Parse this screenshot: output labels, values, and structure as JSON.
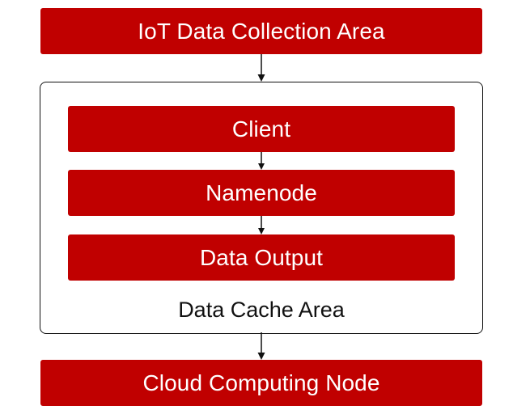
{
  "diagram": {
    "top_box": "IoT Data Collection Area",
    "container_label": "Data Cache Area",
    "inner_boxes": [
      "Client",
      "Namenode",
      "Data Output"
    ],
    "bottom_box": "Cloud Computing Node"
  },
  "colors": {
    "box_fill": "#c00000",
    "box_text": "#ffffff",
    "border": "#111111"
  }
}
